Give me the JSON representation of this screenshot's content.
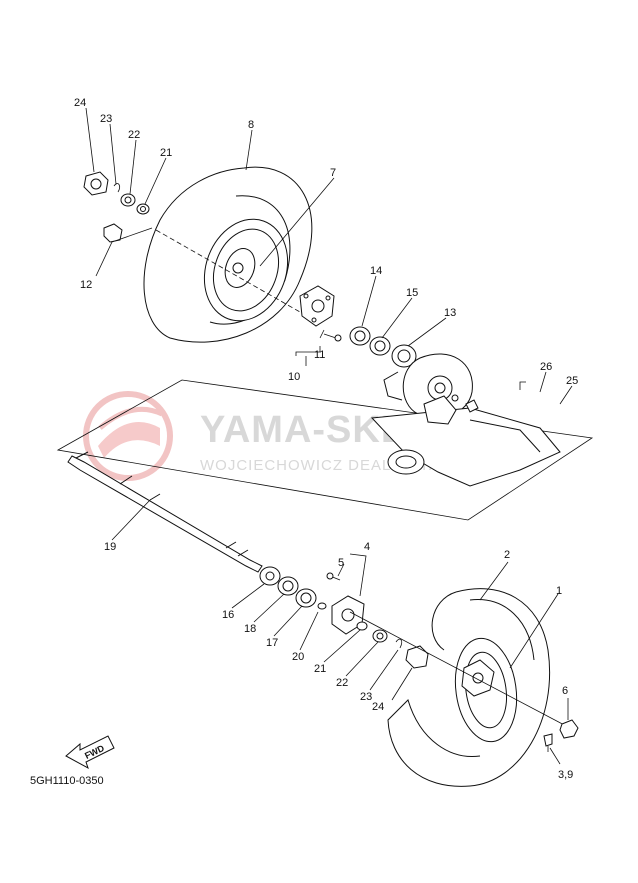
{
  "diagram": {
    "code": "5GH1110-0350",
    "fwd_label": "FWD",
    "watermark": {
      "brand": "YAMA-SKLEP",
      "dealer": "WOJCIECHOWICZ DEALER YAMAHA"
    },
    "callouts": {
      "c24a": "24",
      "c23a": "23",
      "c22a": "22",
      "c21a": "21",
      "c8": "8",
      "c7": "7",
      "c12": "12",
      "c14": "14",
      "c15": "15",
      "c13": "13",
      "c11": "11",
      "c10": "10",
      "c26": "26",
      "c25": "25",
      "c19": "19",
      "c4": "4",
      "c5": "5",
      "c2": "2",
      "c1": "1",
      "c16": "16",
      "c18": "18",
      "c17": "17",
      "c20": "20",
      "c21b": "21",
      "c22b": "22",
      "c23b": "23",
      "c24b": "24",
      "c6": "6",
      "c39": "3,9"
    },
    "colors": {
      "line": "#111111",
      "watermark": "#d8d8d8",
      "logo": "#f2b8b8"
    }
  }
}
